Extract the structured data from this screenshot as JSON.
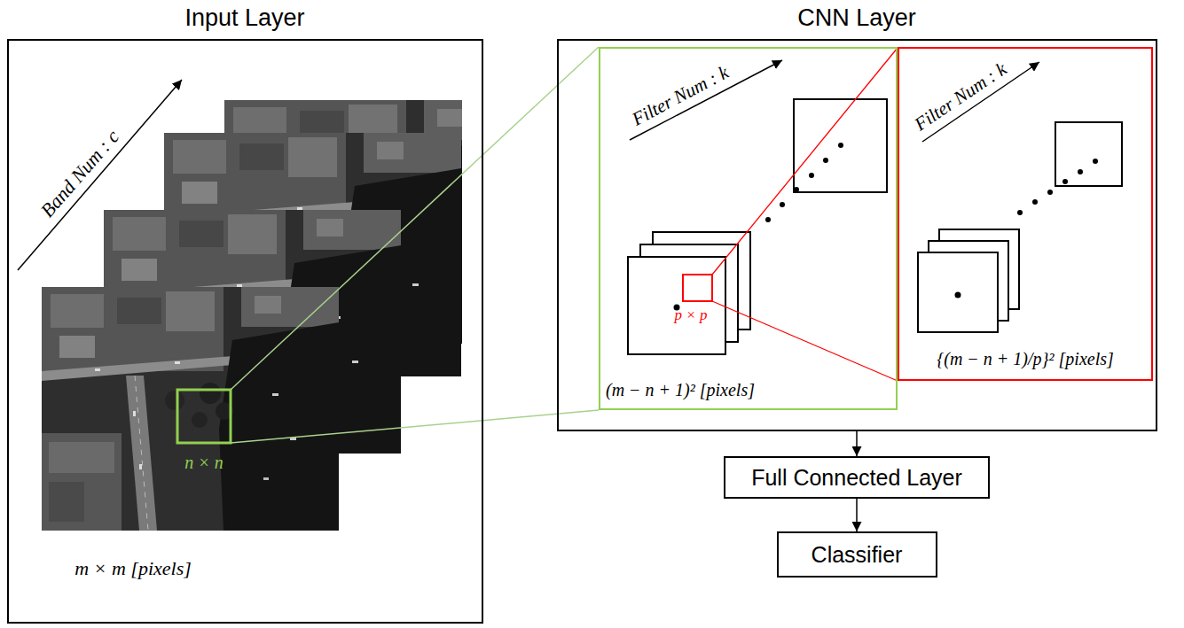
{
  "diagram": {
    "nodes": [
      {
        "text": [
          "Input Layer",
          "m × m [pixels]"
        ]
      },
      {
        "text": [
          "CNN Layer"
        ]
      },
      {
        "text": [
          "Filter Num : k",
          "(m − n + 1)² [pixels]"
        ],
        "in": 1
      },
      {
        "text": [
          "Filter Num : k",
          "{(m − n + 1)/p}² [pixels]"
        ],
        "in": 1
      },
      {
        "text": [
          "Full Connected Layer"
        ]
      },
      {
        "text": [
          "Classifier"
        ]
      }
    ],
    "edges": [
      {
        "from": 1,
        "to": 4,
        "arrow": "to"
      },
      {
        "from": 4,
        "to": 5,
        "arrow": "to"
      }
    ],
    "labels": [
      "Band Num : c",
      "n × n",
      "p × p"
    ]
  }
}
